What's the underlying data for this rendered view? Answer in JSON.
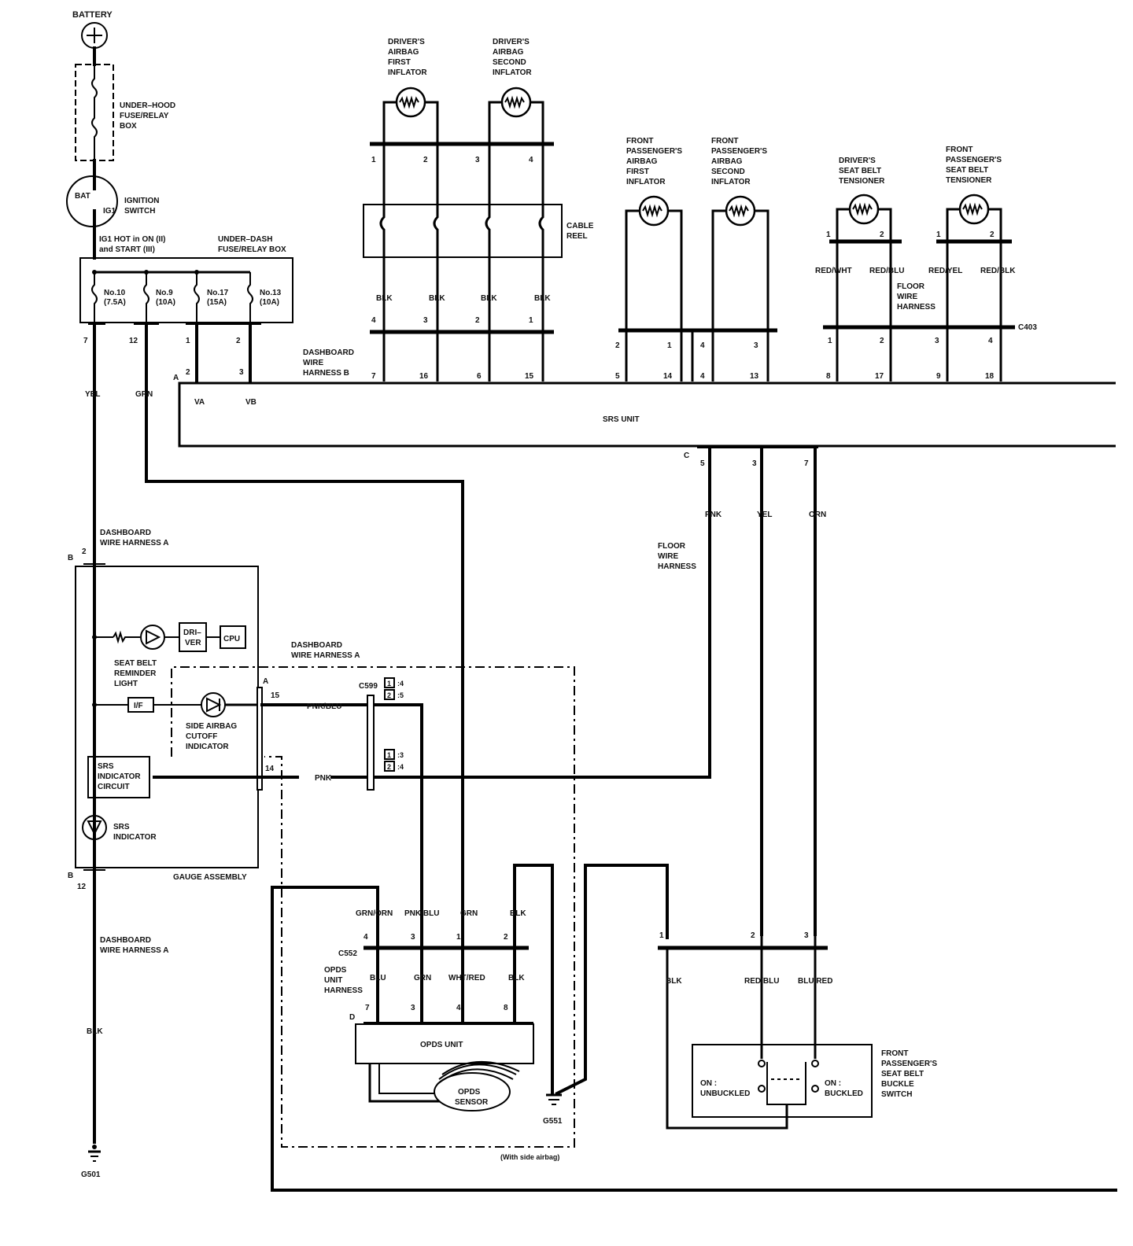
{
  "battery": {
    "label": "BATTERY"
  },
  "under_hood": {
    "label": [
      "UNDER–HOOD",
      "FUSE/RELAY",
      "BOX"
    ]
  },
  "ignition": {
    "bat": "BAT",
    "ig1": "IG1",
    "label": [
      "IGNITION",
      "SWITCH"
    ]
  },
  "ig1_hot": [
    "IG1 HOT in ON (II)",
    "and START (III)"
  ],
  "under_dash": {
    "label": [
      "UNDER–DASH",
      "FUSE/RELAY BOX"
    ],
    "fuses": [
      {
        "name": "No.10",
        "rating": "(7.5A)",
        "pin": "7"
      },
      {
        "name": "No.9",
        "rating": "(10A)",
        "pin": "12"
      },
      {
        "name": "No.17",
        "rating": "(15A)",
        "pin": "1"
      },
      {
        "name": "No.13",
        "rating": "(10A)",
        "pin": "2"
      }
    ]
  },
  "wires_left": {
    "yel": "YEL",
    "grn": "GRN",
    "blk": "BLK"
  },
  "drv_airbag": {
    "first": [
      "DRIVER'S",
      "AIRBAG",
      "FIRST",
      "INFLATOR"
    ],
    "second": [
      "DRIVER'S",
      "AIRBAG",
      "SECOND",
      "INFLATOR"
    ],
    "top_pins": [
      "1",
      "2",
      "3",
      "4"
    ],
    "cable_reel": [
      "CABLE",
      "REEL"
    ],
    "colors": [
      "BLK",
      "BLK",
      "BLK",
      "BLK"
    ],
    "lower_pins": [
      "4",
      "3",
      "2",
      "1"
    ],
    "srs_pins": [
      "7",
      "16",
      "6",
      "15"
    ]
  },
  "front_pass_airbag": {
    "first": [
      "FRONT",
      "PASSENGER'S",
      "AIRBAG",
      "FIRST",
      "INFLATOR"
    ],
    "second": [
      "FRONT",
      "PASSENGER'S",
      "AIRBAG",
      "SECOND",
      "INFLATOR"
    ],
    "conn_pins": [
      "2",
      "1",
      "4",
      "3"
    ],
    "srs_pins": [
      "5",
      "14",
      "4",
      "13"
    ]
  },
  "tensioners": {
    "driver": [
      "DRIVER'S",
      "SEAT BELT",
      "TENSIONER"
    ],
    "passenger": [
      "FRONT",
      "PASSENGER'S",
      "SEAT BELT",
      "TENSIONER"
    ],
    "pin1": "1",
    "pin2": "2",
    "colors": [
      "RED/WHT",
      "RED/BLU",
      "RED/YEL",
      "RED/BLK"
    ],
    "floor_harness": [
      "FLOOR",
      "WIRE",
      "HARNESS"
    ],
    "connector": "C403",
    "conn_pins": [
      "1",
      "2",
      "3",
      "4"
    ],
    "srs_pins": [
      "8",
      "17",
      "9",
      "18"
    ]
  },
  "dash_harness_b": [
    "DASHBOARD",
    "WIRE",
    "HARNESS B"
  ],
  "srs_unit": {
    "label": "SRS UNIT",
    "conn_a": "A",
    "conn_c": "C",
    "va": "VA",
    "vb": "VB",
    "pin2": "2",
    "pin3": "3"
  },
  "srs_c_wires": {
    "pins": [
      "5",
      "3",
      "7"
    ],
    "colors": [
      "PNK",
      "YEL",
      "ORN"
    ]
  },
  "floor_harness_mid": [
    "FLOOR",
    "WIRE",
    "HARNESS"
  ],
  "dash_harness_a": [
    "DASHBOARD",
    "WIRE HARNESS A"
  ],
  "gauge": {
    "conn_b": "B",
    "pin_top": "2",
    "pin_bottom": "12",
    "driver": [
      "DRI–",
      "VER"
    ],
    "cpu": "CPU",
    "seat_belt": [
      "SEAT BELT",
      "REMINDER",
      "LIGHT"
    ],
    "if": "I/F",
    "side_airbag": [
      "SIDE AIRBAG",
      "CUTOFF",
      "INDICATOR"
    ],
    "srs_circuit": [
      "SRS",
      "INDICATOR",
      "CIRCUIT"
    ],
    "srs_indicator": [
      "SRS",
      "INDICATOR"
    ],
    "label": "GAUGE ASSEMBLY",
    "conn_a": "A",
    "pin15": "15",
    "pin14": "14"
  },
  "c599": {
    "label": "C599",
    "m1": ":4",
    "m2": ":5",
    "m3": ":3",
    "m4": ":4",
    "b1": "1",
    "b2": "2"
  },
  "mid_wires": {
    "pnk_blu": "PNK/BLU",
    "pnk": "PNK"
  },
  "opds": {
    "top_colors": [
      "GRN/ORN",
      "PNK/BLU",
      "GRN",
      "BLK"
    ],
    "top_pins": [
      "4",
      "3",
      "1",
      "2"
    ],
    "connector": "C552",
    "harness": [
      "OPDS",
      "UNIT",
      "HARNESS"
    ],
    "bottom_colors": [
      "BLU",
      "GRN",
      "WHT/RED",
      "BLK"
    ],
    "bottom_pins": [
      "7",
      "3",
      "4",
      "8"
    ],
    "conn_d": "D",
    "unit": "OPDS UNIT",
    "sensor": [
      "OPDS",
      "SENSOR"
    ],
    "ground": "G551",
    "with_side": "(With side airbag)"
  },
  "buckle": {
    "pins": [
      "1",
      "2",
      "3"
    ],
    "colors": [
      "BLK",
      "RED/BLU",
      "BLU/RED"
    ],
    "on_unbuckled": [
      "ON :",
      "UNBUCKLED"
    ],
    "on_buckled": [
      "ON :",
      "BUCKLED"
    ],
    "label": [
      "FRONT",
      "PASSENGER'S",
      "SEAT BELT",
      "BUCKLE",
      "SWITCH"
    ]
  },
  "ground_left": "G501"
}
